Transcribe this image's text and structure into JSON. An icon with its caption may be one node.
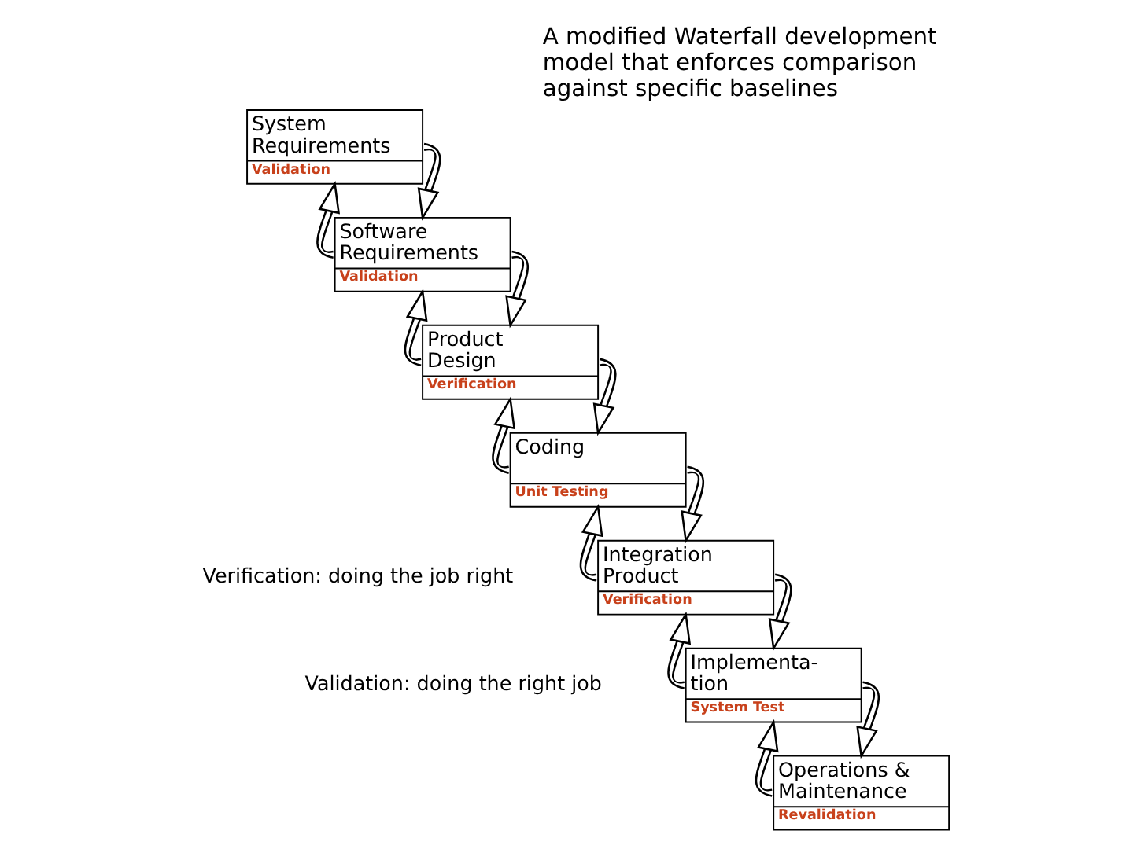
{
  "diagram": {
    "title": "A modified Waterfall development model that enforces comparison against specific baselines",
    "nodes": [
      {
        "text": [
          "System Requirements",
          "Validation"
        ]
      },
      {
        "text": [
          "Software Requirements",
          "Validation"
        ]
      },
      {
        "text": [
          "Product Design",
          "Verification"
        ]
      },
      {
        "text": [
          "Coding",
          "Unit Testing"
        ]
      },
      {
        "text": [
          "Integration Product",
          "Verification"
        ]
      },
      {
        "text": [
          "Implementa- tion",
          "System Test"
        ]
      },
      {
        "text": [
          "Operations & Maintenance",
          "Revalidation"
        ]
      }
    ],
    "edges": [
      {
        "from": 0,
        "to": 1,
        "arrow": "to"
      },
      {
        "from": 1,
        "to": 0,
        "arrow": "to"
      },
      {
        "from": 1,
        "to": 2,
        "arrow": "to"
      },
      {
        "from": 2,
        "to": 1,
        "arrow": "to"
      },
      {
        "from": 2,
        "to": 3,
        "arrow": "to"
      },
      {
        "from": 3,
        "to": 2,
        "arrow": "to"
      },
      {
        "from": 3,
        "to": 4,
        "arrow": "to"
      },
      {
        "from": 4,
        "to": 3,
        "arrow": "to"
      },
      {
        "from": 4,
        "to": 5,
        "arrow": "to"
      },
      {
        "from": 5,
        "to": 4,
        "arrow": "to"
      },
      {
        "from": 5,
        "to": 6,
        "arrow": "to"
      },
      {
        "from": 6,
        "to": 5,
        "arrow": "to"
      }
    ],
    "labels": [
      "Verification: doing the job right",
      "Validation: doing the right job"
    ]
  }
}
